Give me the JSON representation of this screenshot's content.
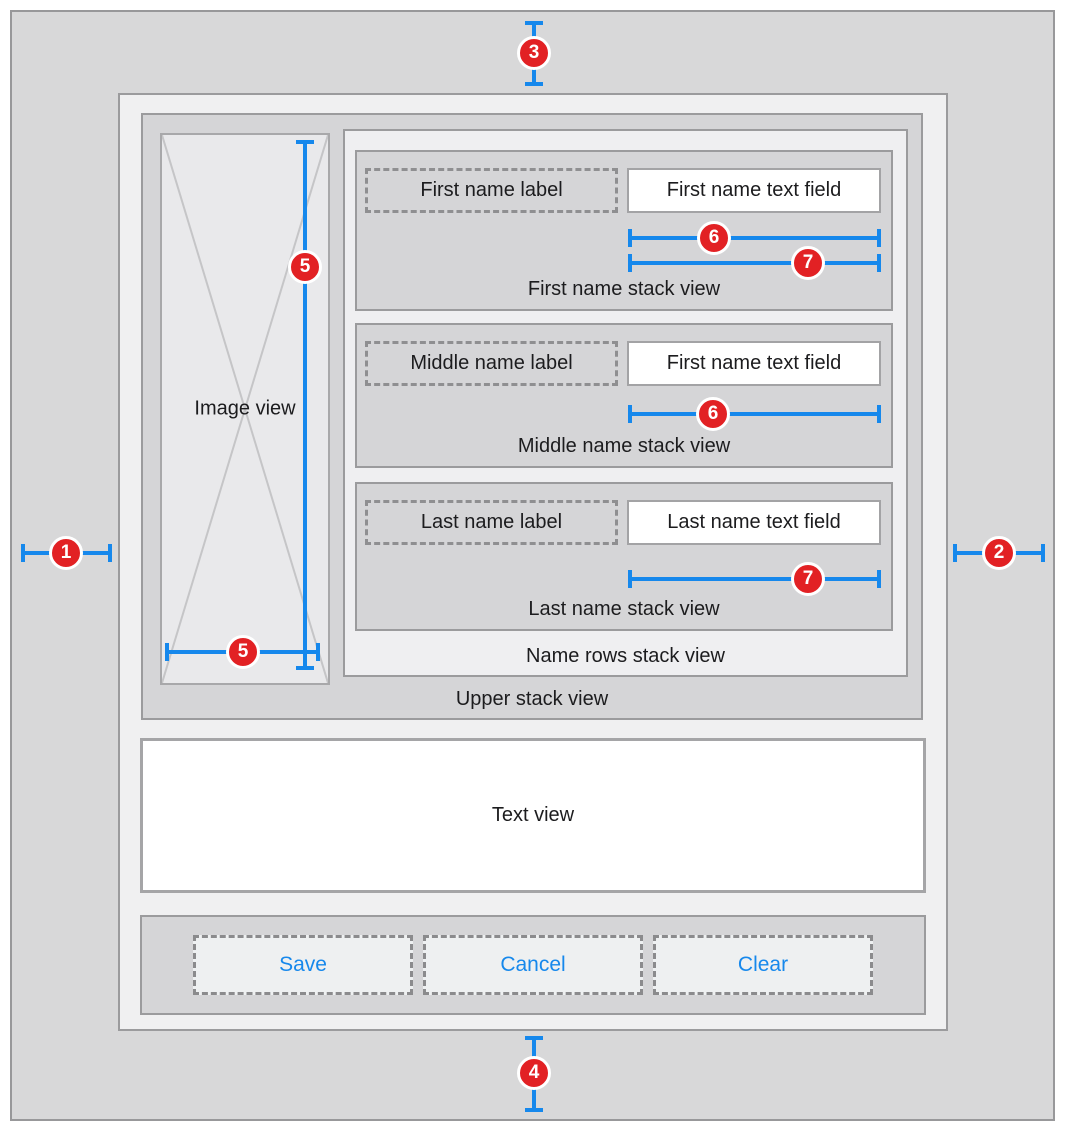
{
  "image_view": {
    "label": "Image view"
  },
  "rows": [
    {
      "label": "First name label",
      "field": "First name text field",
      "caption": "First name stack view"
    },
    {
      "label": "Middle name label",
      "field": "First name text field",
      "caption": "Middle name stack view"
    },
    {
      "label": "Last name label",
      "field": "Last name text field",
      "caption": "Last name stack view"
    }
  ],
  "name_rows": {
    "caption": "Name rows stack view"
  },
  "upper": {
    "caption": "Upper stack view"
  },
  "text_view": {
    "label": "Text view"
  },
  "buttons": [
    {
      "label": "Save"
    },
    {
      "label": "Cancel"
    },
    {
      "label": "Clear"
    }
  ],
  "markers": {
    "m1": "1",
    "m2": "2",
    "m3": "3",
    "m4": "4",
    "m5": "5",
    "m6": "6",
    "m7": "7"
  },
  "colors": {
    "accent_blue": "#1688ec",
    "marker_red": "#e22124"
  }
}
